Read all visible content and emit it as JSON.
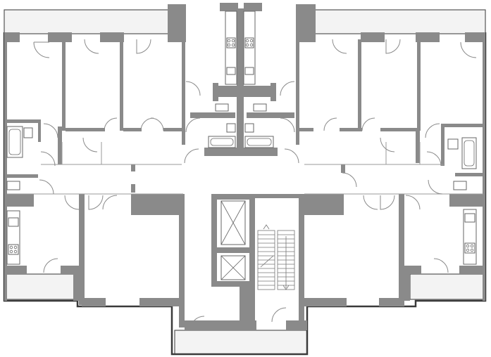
{
  "floor_plan": {
    "wall_color": "#8a8a8a",
    "outline_color": "#3a3a3a",
    "background_color": "#ffffff",
    "balcony_color": "#f3f3f3",
    "elevator_count": 2,
    "stair_flights": 2,
    "apartment_count": 6
  }
}
